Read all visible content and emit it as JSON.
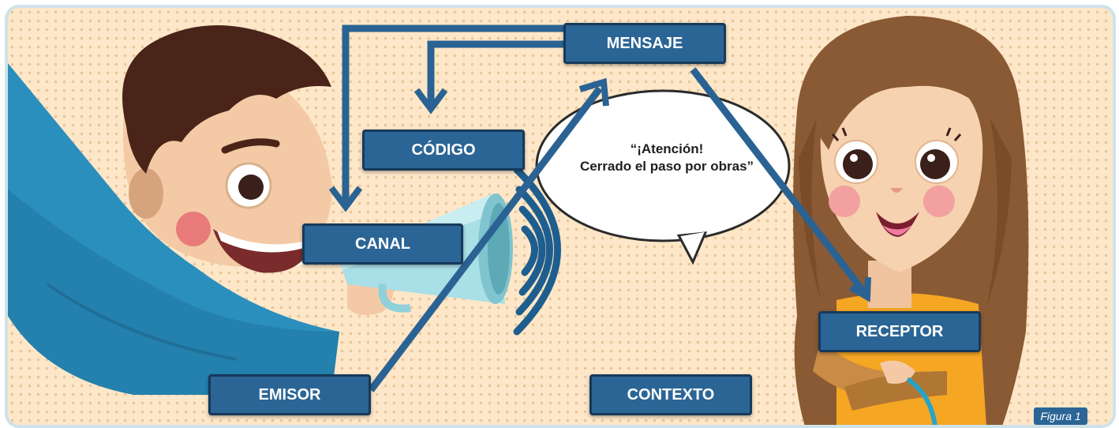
{
  "labels": {
    "mensaje": "MENSAJE",
    "codigo": "CÓDIGO",
    "canal": "CANAL",
    "emisor": "EMISOR",
    "contexto": "CONTEXTO",
    "receptor": "RECEPTOR"
  },
  "speech_bubble": {
    "line1": "“¡Atención!",
    "line2": "Cerrado el paso por obras”"
  },
  "figure_tag": "Figura 1",
  "colors": {
    "box_fill": "#2b6595",
    "box_border": "#16395b",
    "arrow": "#2a6393",
    "background": "#fde7c8",
    "dots": "#d6aa78",
    "frame_border": "#cfe2ea"
  }
}
